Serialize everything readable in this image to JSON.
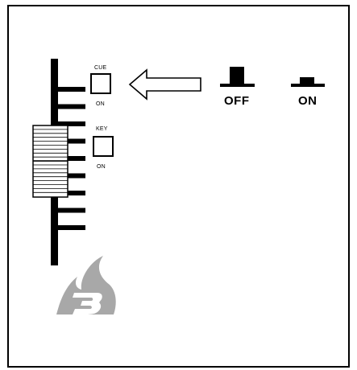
{
  "cue_button": {
    "top_label": "CUE",
    "bottom_label": "ON"
  },
  "key_button": {
    "top_label": "KEY",
    "bottom_label": "ON"
  },
  "switch_states": {
    "off_label": "OFF",
    "on_label": "ON"
  },
  "icons": {
    "fader": "fader-scale-icon",
    "arrow": "left-arrow-icon",
    "logo": "flame-3-logo-icon"
  },
  "colors": {
    "ink": "#000000",
    "logo_gray": "#a8a8a8",
    "background": "#ffffff"
  }
}
